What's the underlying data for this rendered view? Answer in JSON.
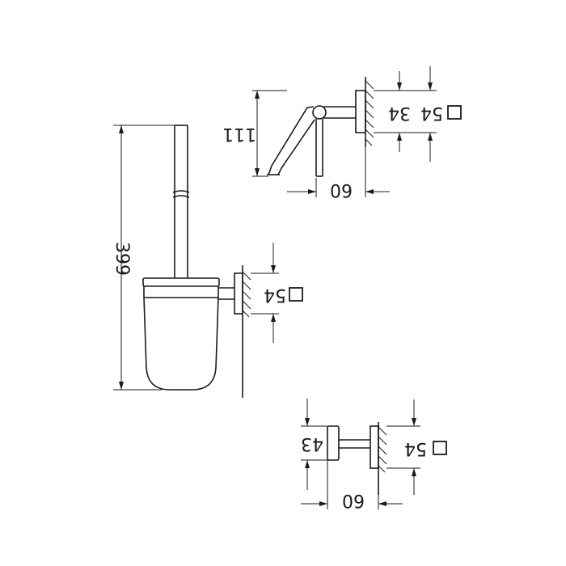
{
  "dimensions": {
    "brush_height": "399",
    "brush_wall_plate": "54",
    "holder_height": "111",
    "holder_rosette": "34",
    "holder_wall_plate": "54",
    "holder_projection": "60",
    "hook_height": "43",
    "hook_wall_plate": "54",
    "hook_projection": "60"
  },
  "symbols": {
    "square_plate": "square-symbol"
  }
}
